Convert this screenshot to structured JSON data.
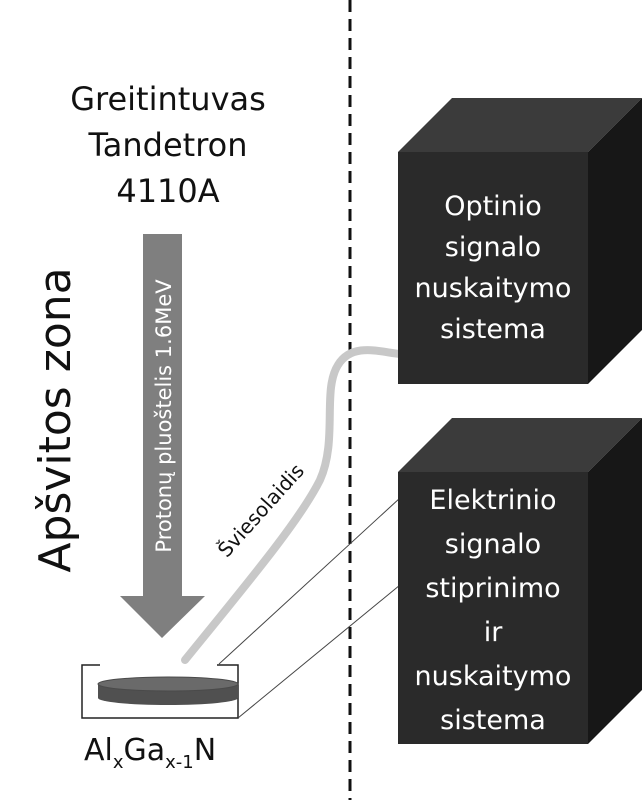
{
  "accelerator": {
    "line1": "Greitintuvas",
    "line2": "Tandetron",
    "line3": "4110A"
  },
  "irradiation_zone": "Apšvitos zona",
  "beam_label": "Protonų pluoštelis 1.6MeV",
  "fiber_label": "Šviesolaidis",
  "sample": {
    "main1": "Al",
    "sub1": "x",
    "main2": "Ga",
    "sub2": "x-1",
    "main3": "N"
  },
  "optical_box": {
    "lines": [
      "Optinio",
      "signalo",
      "nuskaitymo",
      "sistema"
    ]
  },
  "electrical_box": {
    "lines": [
      "Elektrinio",
      "signalo",
      "stiprinimo",
      "ir",
      "nuskaitymo",
      "sistema"
    ]
  },
  "colors": {
    "box_front": "#2a2a2a",
    "box_top": "#3b3b3b",
    "box_side": "#171717",
    "box_text": "#ffffff",
    "arrow_fill": "#7f7f7f",
    "fiber": "#c8c8c8",
    "sample_disc": "#5e5e5e"
  }
}
